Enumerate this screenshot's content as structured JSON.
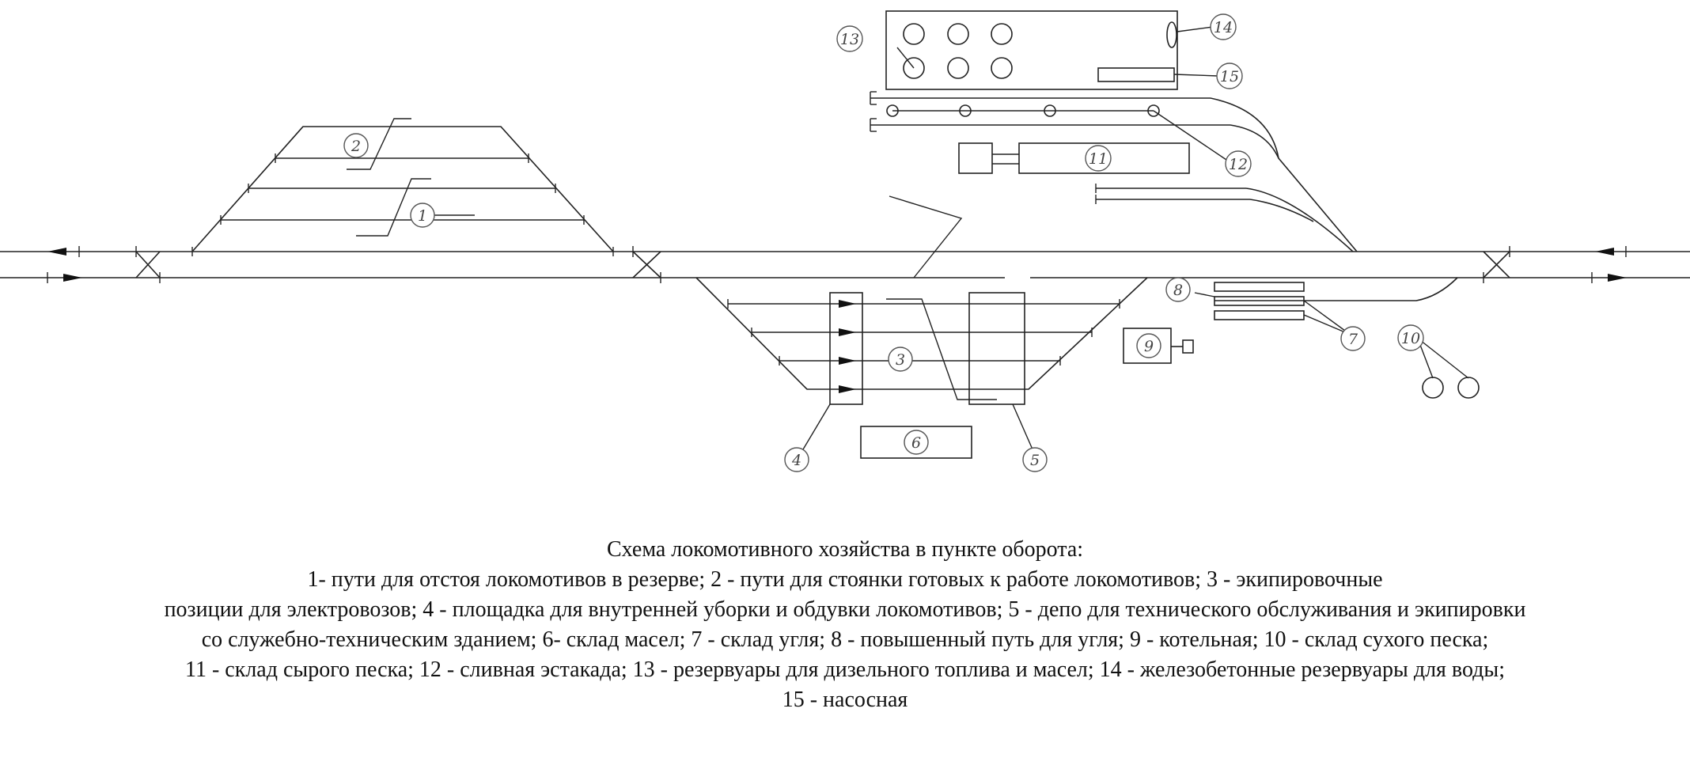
{
  "callouts": {
    "c1": "1",
    "c2": "2",
    "c3": "3",
    "c4": "4",
    "c5": "5",
    "c6": "6",
    "c7": "7",
    "c8": "8",
    "c9": "9",
    "c10": "10",
    "c11": "11",
    "c12": "12",
    "c13": "13",
    "c14": "14",
    "c15": "15"
  },
  "caption": {
    "title": "Схема локомотивного хозяйства в пункте оборота:",
    "line1": "1- пути для отстоя локомотивов в резерве; 2 - пути для стоянки готовых к работе локомотивов; 3 - экипировочные",
    "line2": "позиции для электровозов; 4 - площадка для внутренней уборки и обдувки локомотивов; 5 - депо для технического обслуживания и экипировки",
    "line3": "со служебно-техническим зданием; 6- склад масел; 7 - склад угля; 8 - повышенный путь для угля; 9 - котельная; 10 - склад сухого песка;",
    "line4": "11 - склад сырого песка; 12 - сливная эстакада; 13 - резервуары для дизельного топлива и масел; 14 - железобетонные резервуары для воды;",
    "line5": "15 - насосная"
  }
}
